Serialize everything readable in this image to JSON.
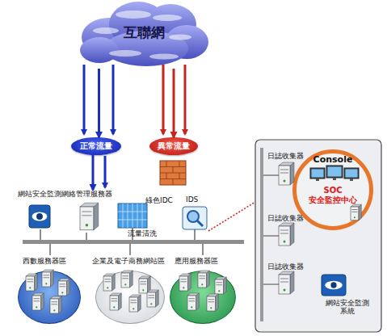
{
  "diagram": {
    "nodes": [
      {
        "text": [
          "互聯網"
        ]
      },
      {
        "text": [
          "正常流量"
        ]
      },
      {
        "text": [
          "異常流量"
        ]
      },
      {
        "text": [
          "網站安全監測"
        ]
      },
      {
        "text": [
          "網絡管理服務器"
        ]
      },
      {
        "text": [
          "綠色IDC",
          "流量清洗"
        ]
      },
      {
        "text": [
          "IDS"
        ]
      },
      {
        "text": [
          "西數服務器區"
        ]
      },
      {
        "text": [
          "企業及電子商務網站區"
        ]
      },
      {
        "text": [
          "應用服務器區"
        ]
      },
      {
        "text": [
          "日誌收集器"
        ]
      },
      {
        "text": [
          "日誌收集器"
        ]
      },
      {
        "text": [
          "日誌收集器"
        ]
      },
      {
        "text": [
          "Console",
          "SOC 安全監控中心"
        ]
      },
      {
        "text": [
          "網站安全監測 系統"
        ]
      }
    ],
    "edges": [
      {
        "from": 0,
        "to": 1,
        "arrow": "to"
      },
      {
        "from": 0,
        "to": 2,
        "arrow": "to"
      },
      {
        "from": 1,
        "to": 4,
        "arrow": "to"
      }
    ]
  }
}
